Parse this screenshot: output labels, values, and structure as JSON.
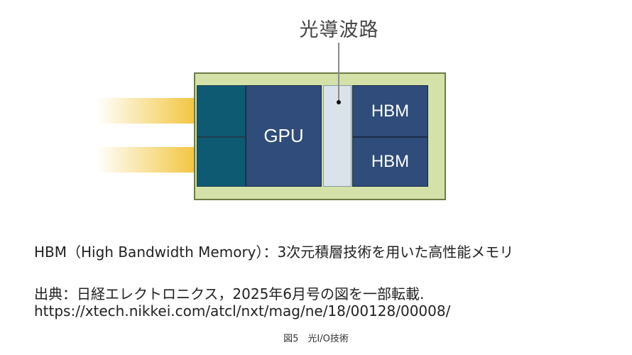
{
  "diagram": {
    "waveguide_label": "光導波路",
    "gpu_label": "GPU",
    "hbm_labels": [
      "HBM",
      "HBM"
    ],
    "colors": {
      "package": "#d4e1a9",
      "io_block": "#0e5a72",
      "chip": "#2f4c7a",
      "waveguide": "#dbe3ea",
      "beam": "#f3c540"
    }
  },
  "notes": {
    "hbm_definition": "HBM（High Bandwidth Memory）：3次元積層技術を用いた高性能メモリ",
    "source": "出典：日経エレクトロニクス，2025年6月号の図を一部転載.",
    "url": "https://xtech.nikkei.com/atcl/nxt/mag/ne/18/00128/00008/"
  },
  "figure_caption": "図5　光I/O技術"
}
